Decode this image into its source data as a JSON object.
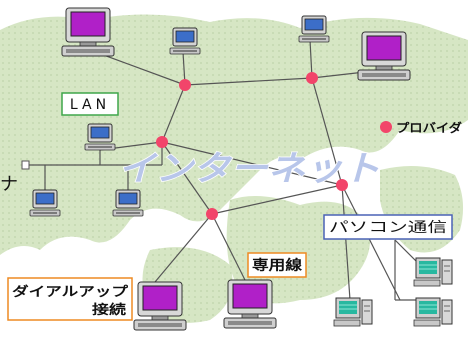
{
  "labels": {
    "lan": "LAN",
    "provider": "プロバイダ",
    "internet": "インターネット",
    "pc_comm": "パソコン通信",
    "leased_line": "専用線",
    "dialup_line1": "ダイアルアップ",
    "dialup_line2": "接続",
    "stray_glyph": "ナ"
  },
  "colors": {
    "map_land": "#d6e6c4",
    "map_grid": "#c4d8b0",
    "cable": "#555555",
    "router": "#f2456a",
    "internet_text": "#b8c6ea",
    "lan_box_border": "#3fa64a",
    "pc_comm_box_border": "#4a62b6",
    "leased_box_border": "#ee8a22",
    "dialup_box_border": "#ee8a22",
    "screen_purple": "#b020c8",
    "screen_teal": "#28b8a0",
    "screen_blue": "#3c6ec8"
  },
  "icons": [
    "computer-icon",
    "router-node-icon",
    "provider-marker-icon"
  ]
}
